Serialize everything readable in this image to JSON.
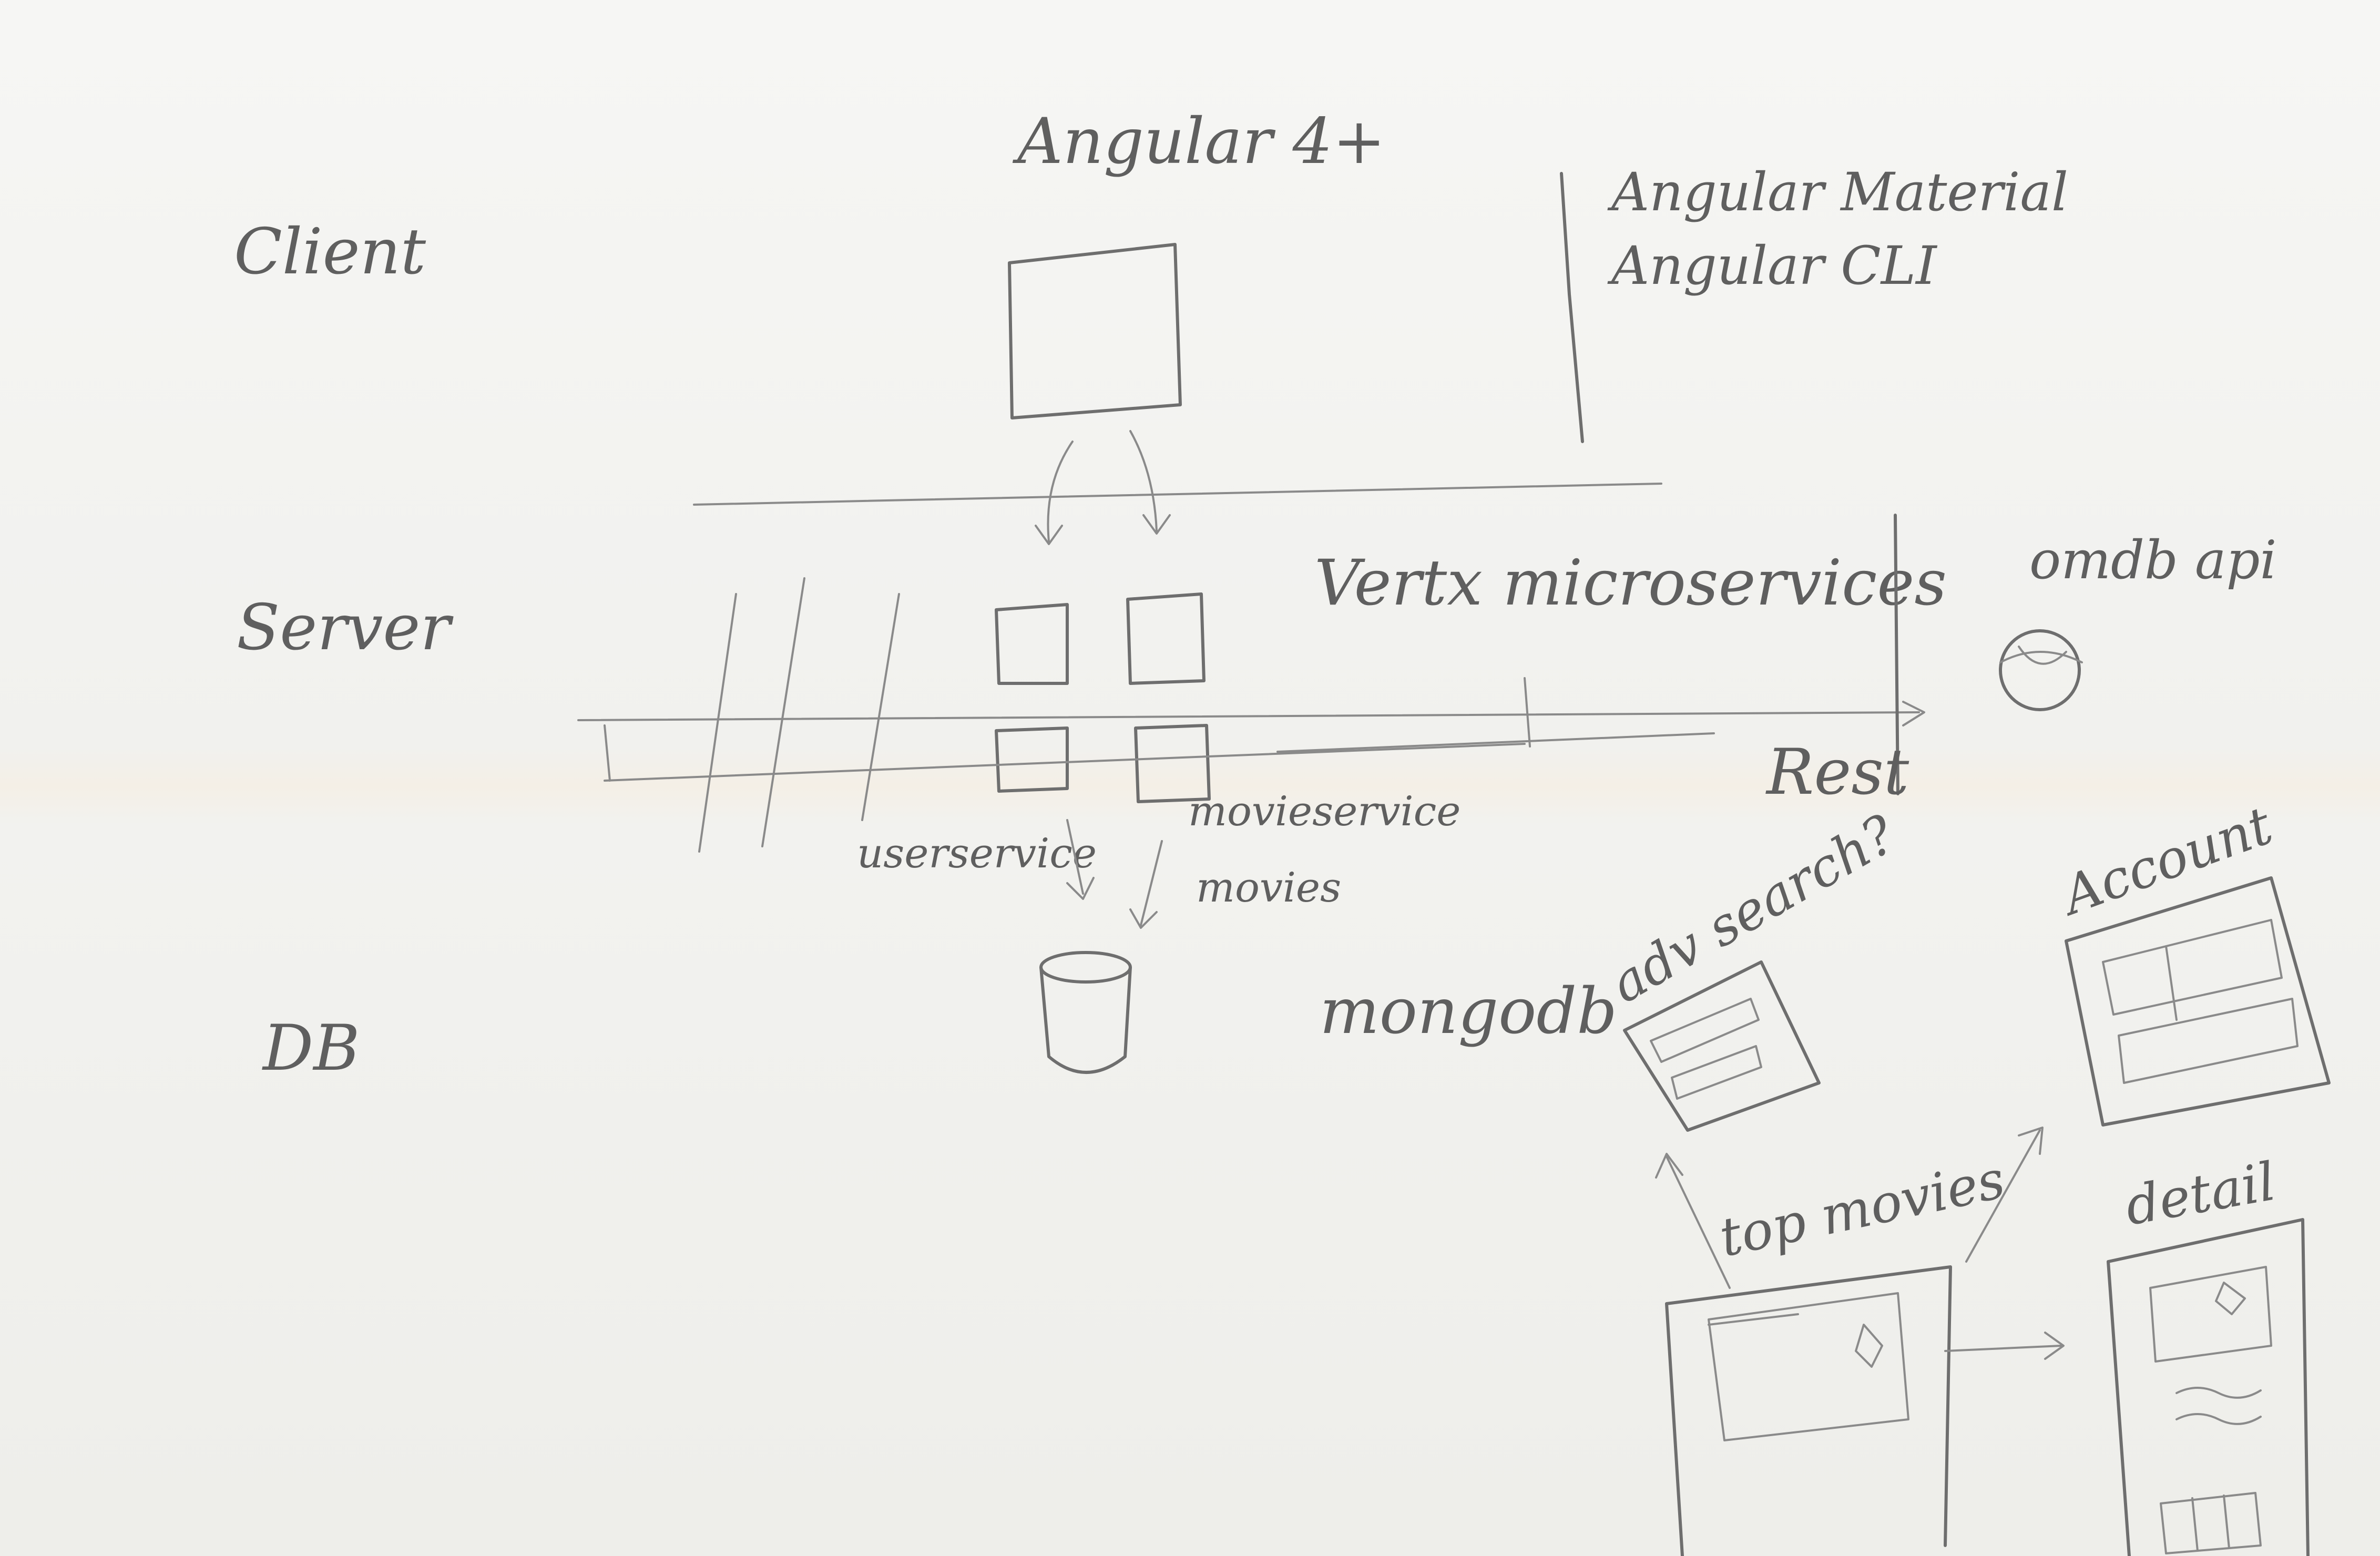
{
  "layers": {
    "client": "Client",
    "server": "Server",
    "db": "DB"
  },
  "client": {
    "framework": "Angular 4+",
    "libs": [
      "Angular Material",
      "Angular CLI"
    ]
  },
  "server": {
    "title": "Vertx microservices",
    "services": [
      "userservice",
      "movieservice"
    ],
    "movies_label": "movies",
    "rest_label": "Rest",
    "external_api": "omdb api"
  },
  "database": {
    "name": "mongodb"
  },
  "wireframes": {
    "adv_search": "adv search?",
    "account": "Account",
    "top_movies": "top movies",
    "detail": "detail"
  }
}
